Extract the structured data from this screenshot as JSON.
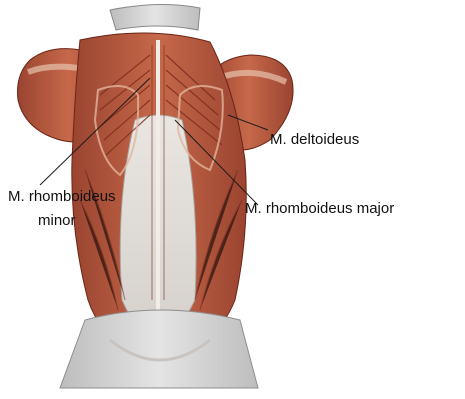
{
  "labels": {
    "deltoideus": "M. deltoideus",
    "rhomboideus_minor_line1": "M. rhomboideus",
    "rhomboideus_minor_line2": "minor",
    "rhomboideus_major": "M. rhomboideus major"
  },
  "colors": {
    "muscle_base": "#b5553a",
    "muscle_dark": "#7a2a1c",
    "muscle_light": "#d98a6a",
    "fascia": "#e6e3df",
    "fascia_shadow": "#c9c4bf",
    "skin": "#e8dccb",
    "cloth": "#cfcfcf",
    "leader_line": "#1a1a1a"
  }
}
